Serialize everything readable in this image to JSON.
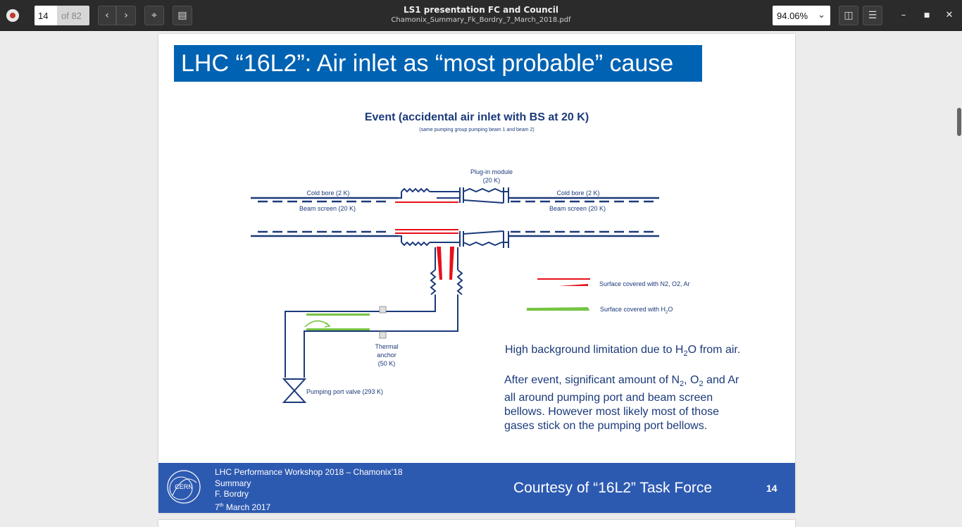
{
  "toolbar": {
    "page_number": "14",
    "page_of": "of 82",
    "doc_title": "LS1 presentation FC and Council",
    "doc_filename": "Chamonix_Summary_Fk_Bordry_7_March_2018.pdf",
    "zoom": "94.06%"
  },
  "slide": {
    "title": "LHC “16L2”: Air inlet as “most probable” cause",
    "event_title": "Event (accidental air inlet with BS at 20 K)",
    "event_subtitle": "(same pumping group pumping beam 1 and beam 2)",
    "labels": {
      "plugin_line1": "Plug-in module",
      "plugin_line2": "(20 K)",
      "cold_bore_left": "Cold bore (2 K)",
      "beam_screen_left": "Beam screen (20 K)",
      "cold_bore_right": "Cold bore (2 K)",
      "beam_screen_right": "Beam screen (20 K)",
      "thermal_line1": "Thermal",
      "thermal_line2": "anchor",
      "thermal_line3": "(50 K)",
      "pumping_valve": "Pumping port valve (293 K)",
      "legend_n2": "Surface covered with  N2, O2, Ar",
      "legend_h2o_prefix": "Surface covered with  H",
      "legend_h2o_sub": "2",
      "legend_h2o_suffix": "O"
    },
    "text1": {
      "a": "High background limitation due to H",
      "sub": "2",
      "b": "O from air."
    },
    "text2": {
      "a": "After event, significant amount of N",
      "s1": "2",
      "b": ", O",
      "s2": "2",
      "c": " and Ar",
      "line2": "all around pumping port and beam screen",
      "line3": "bellows.  However most likely most of those",
      "line4": "gases stick on the pumping port bellows."
    },
    "footer": {
      "line1": "LHC Performance Workshop 2018 – Chamonix’18",
      "line2": "Summary",
      "line3": "F. Bordry",
      "line4_a": "7",
      "line4_sup": "th",
      "line4_b": " March 2017",
      "courtesy": "Courtesy of “16L2” Task Force",
      "page": "14",
      "logo_text": "CERN"
    }
  },
  "colors": {
    "pipe": "#1b3a7a",
    "n2_surface": "#e8101a",
    "h2o_surface": "#76c442",
    "title_bg": "#0062b2",
    "footer_bg": "#2d5ab1"
  }
}
